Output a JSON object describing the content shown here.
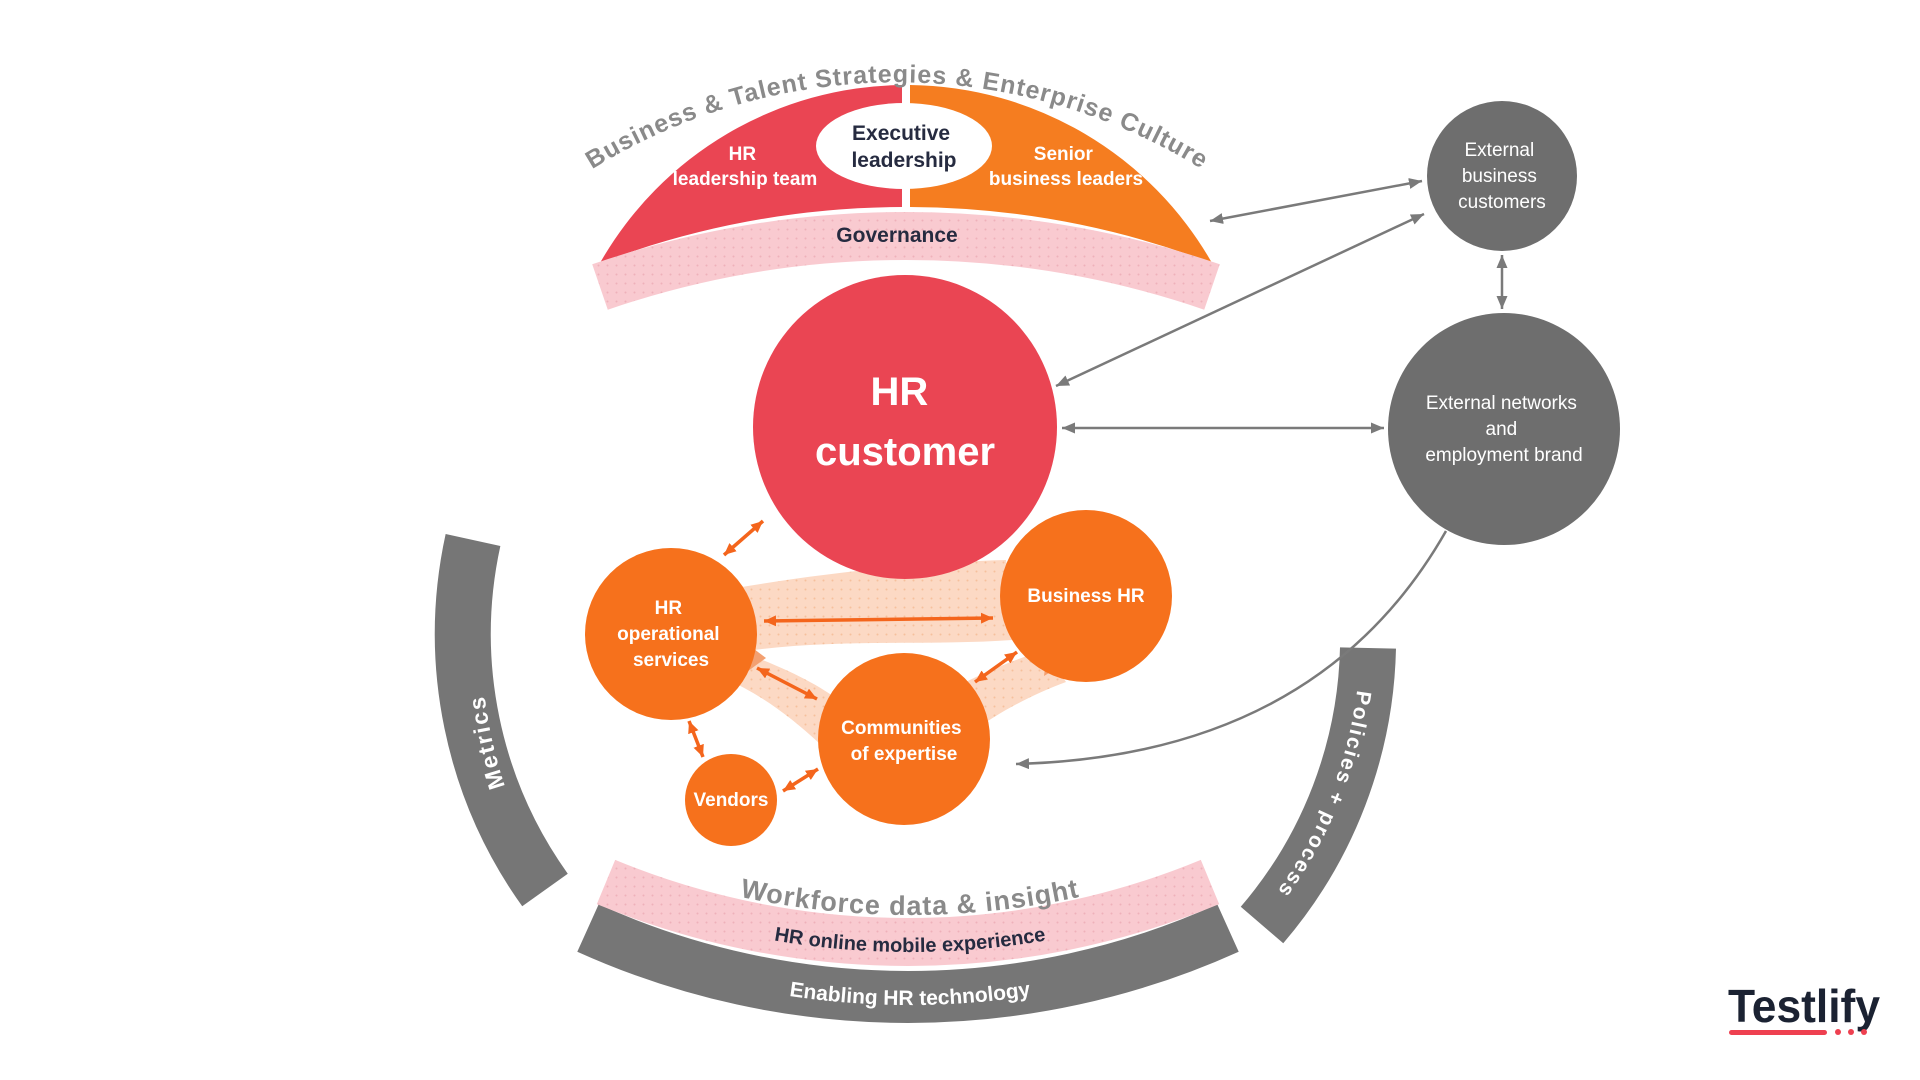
{
  "colors": {
    "red": "#ea4553",
    "orange_circle": "#f6711c",
    "orange_arc": "#f57d20",
    "pink_band": "#f9cad0",
    "ribbon": "#fcd9c4",
    "gray_band": "#767676",
    "gray_circle": "#6e6e6e",
    "gray_text": "#8a8a8a",
    "arrow_gray": "#7a7a7a",
    "arrow_orange": "#f4651c",
    "dark_text": "#262b40",
    "logo_navy": "#1b2232",
    "logo_red": "#ee4050"
  },
  "arc_title": "Business & Talent Strategies & Enterprise Culture",
  "leadership": {
    "hr_leadership_team": [
      "HR",
      "leadership team"
    ],
    "executive_leadership": [
      "Executive",
      "leadership"
    ],
    "senior_business_leaders": [
      "Senior",
      "business leaders"
    ],
    "governance": "Governance"
  },
  "nodes": {
    "hr_customer": [
      "HR",
      "customer"
    ],
    "hr_operational_services": [
      "HR",
      "operational",
      "services"
    ],
    "business_hr": [
      "Business HR"
    ],
    "communities_of_expertise": [
      "Communities",
      "of expertise"
    ],
    "vendors": [
      "Vendors"
    ],
    "external_business_customers": [
      "External",
      "business",
      "customers"
    ],
    "external_networks": [
      "External networks",
      "and",
      "employment brand"
    ]
  },
  "side_arcs": {
    "metrics": "Metrics",
    "policies": "Policies + process"
  },
  "bottom_arcs": {
    "workforce": "Workforce data & insight",
    "hr_online": "HR online mobile experience",
    "enabling": "Enabling HR technology"
  },
  "logo": {
    "name": "Testlify"
  }
}
